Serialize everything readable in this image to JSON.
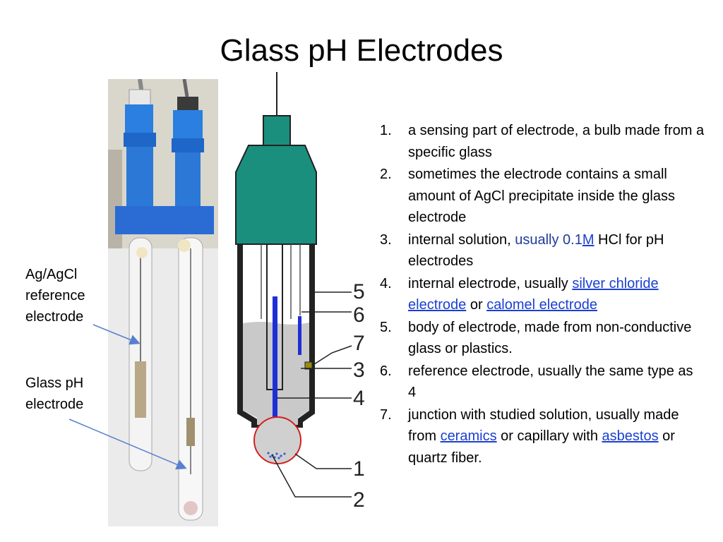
{
  "slide": {
    "title": "Glass pH Electrodes",
    "captions": {
      "reference": "Ag/AgCl reference electrode",
      "glass": "Glass pH electrode"
    },
    "diagram_labels": [
      "5",
      "6",
      "7",
      "3",
      "4",
      "1",
      "2"
    ],
    "items": [
      {
        "num": "1.",
        "text": "a sensing part of electrode, a bulb made from a specific glass"
      },
      {
        "num": "2.",
        "text": "sometimes the electrode contains a small amount of AgCl precipitate inside the glass electrode"
      },
      {
        "num": "3.",
        "pre": "internal solution, ",
        "highlight": "usually 0.1",
        "link": "M",
        "post": " HCl for pH electrodes"
      },
      {
        "num": "4.",
        "pre": "internal electrode, usually ",
        "link1": "silver chloride electrode",
        "mid": " or ",
        "link2": "calomel electrode"
      },
      {
        "num": "5.",
        "text": "body of electrode, made from non-conductive glass or plastics."
      },
      {
        "num": "6.",
        "text": "reference electrode, usually the same type as 4"
      },
      {
        "num": "7.",
        "pre": "junction with studied solution, usually made from ",
        "link1": "ceramics",
        "mid": " or capillary with ",
        "link2": "asbestos",
        "post": " or quartz fiber."
      }
    ]
  },
  "colors": {
    "cap": "#1a8f7e",
    "electrode_wire": "#1f2fd6",
    "bulb_outline": "#d42020",
    "solution": "#c9c9c9",
    "junction": "#9a8a10",
    "link": "#1a3fd0",
    "photo_connector": "#1f6fd0"
  }
}
